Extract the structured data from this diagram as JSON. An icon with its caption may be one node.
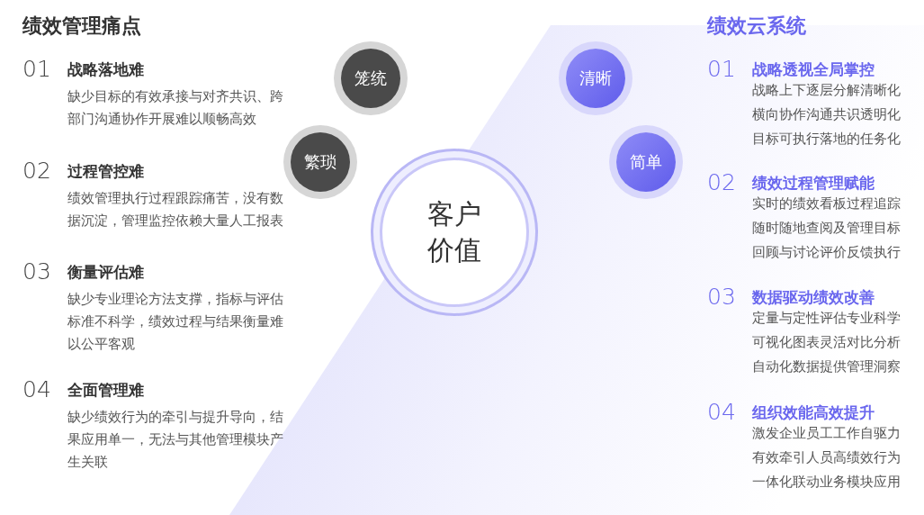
{
  "diagram": {
    "nodes": [
      {
        "text": [
          "笼统"
        ]
      },
      {
        "text": [
          "繁琐"
        ]
      },
      {
        "text": [
          "清晰"
        ]
      },
      {
        "text": [
          "简单"
        ]
      },
      {
        "text": [
          "客户价值"
        ]
      }
    ],
    "edges": [],
    "labels": [
      "绩效管理痛点",
      "01",
      "战略落地难",
      "缺少目标的有效承接与对齐共识、跨部门沟通协作开展难以顺畅高效",
      "02",
      "过程管控难",
      "绩效管理执行过程跟踪痛苦，没有数据沉淀，管理监控依赖大量人工报表",
      "03",
      "衡量评估难",
      "缺少专业理论方法支撑，指标与评估标准不科学，绩效过程与结果衡量难以公平客观",
      "04",
      "全面管理难",
      "缺少绩效行为的牵引与提升导向，结果应用单一，无法与其他管理模块产生关联",
      "绩效云系统",
      "01",
      "战略透视全局掌控",
      "战略上下逐层分解清晰化横向协作沟通共识透明化目标可执行落地的任务化",
      "02",
      "绩效过程管理赋能",
      "实时的绩效看板过程追踪随时随地查阅及管理目标回顾与讨论评价反馈执行",
      "03",
      "数据驱动绩效改善",
      "定量与定性评估专业科学可视化图表灵活对比分析自动化数据提供管理洞察",
      "04",
      "组织效能高效提升",
      "激发企业员工工作自驱力有效牵引人员高绩效行为一体化联动业务模块应用"
    ]
  }
}
